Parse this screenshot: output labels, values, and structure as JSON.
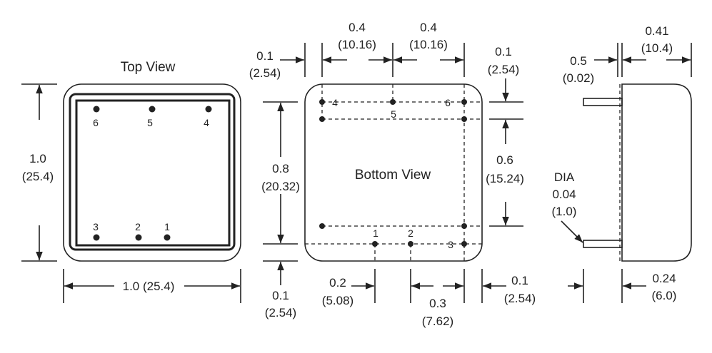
{
  "top_view": {
    "title": "Top View",
    "pins_top": [
      "6",
      "5",
      "4"
    ],
    "pins_bottom": [
      "3",
      "2",
      "1"
    ],
    "height_dim": [
      "1.0",
      "(25.4)"
    ],
    "width_dim": "1.0 (25.4)"
  },
  "bottom_view": {
    "title": "Bottom View",
    "pins": {
      "p1": "1",
      "p2": "2",
      "p3": "3",
      "p4": "4",
      "p5": "5",
      "p6": "6"
    },
    "dim_left_edge": [
      "0.1",
      "(2.54)"
    ],
    "dim_pitch_a": [
      "0.4",
      "(10.16)"
    ],
    "dim_pitch_b": [
      "0.4",
      "(10.16)"
    ],
    "dim_top_right": [
      "0.1",
      "(2.54)"
    ],
    "dim_row_span": [
      "0.8",
      "(20.32)"
    ],
    "dim_bottom_edge": [
      "0.1",
      "(2.54)"
    ],
    "dim_right_span": [
      "0.6",
      "(15.24)"
    ],
    "dim_pin12": [
      "0.2",
      "(5.08)"
    ],
    "dim_pin23": [
      "0.3",
      "(7.62)"
    ],
    "dim_right_edge": [
      "0.1",
      "(2.54)"
    ]
  },
  "side_view": {
    "dim_standoff": [
      "0.5",
      "(0.02)"
    ],
    "dim_height": [
      "0.41",
      "(10.4)"
    ],
    "dim_pin_dia": [
      "DIA",
      "0.04",
      "(1.0)"
    ],
    "dim_pin_len": [
      "0.24",
      "(6.0)"
    ]
  }
}
